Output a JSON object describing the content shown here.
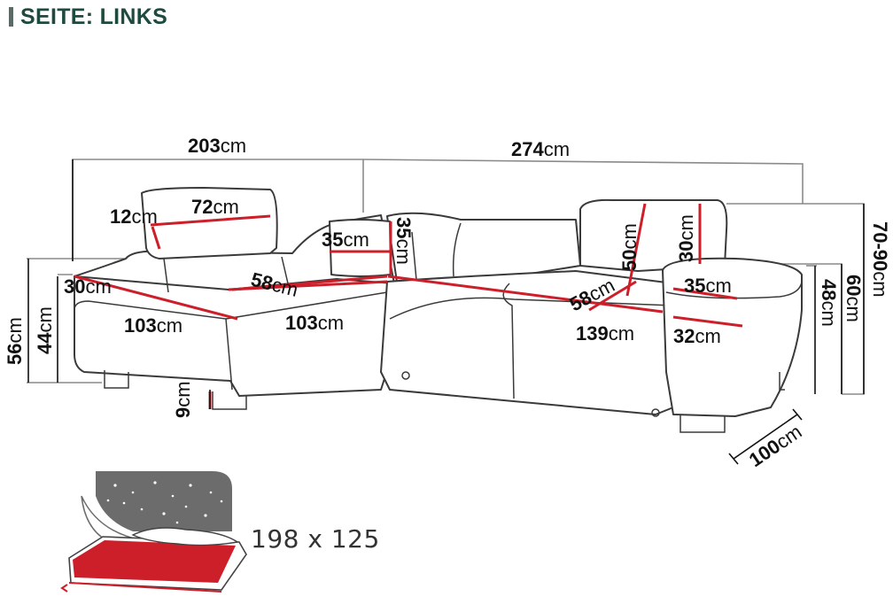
{
  "header": {
    "title": "SEITE: LINKS"
  },
  "dimensions": {
    "width_left": {
      "value": "203",
      "unit": "cm"
    },
    "width_right": {
      "value": "274",
      "unit": "cm"
    },
    "headrest_width": {
      "value": "72",
      "unit": "cm"
    },
    "headrest_height": {
      "value": "12",
      "unit": "cm"
    },
    "pillow_width": {
      "value": "35",
      "unit": "cm"
    },
    "pillow_height": {
      "value": "35",
      "unit": "cm"
    },
    "back_height_right": {
      "value": "50",
      "unit": "cm"
    },
    "headrest_right": {
      "value": "30",
      "unit": "cm"
    },
    "total_height": {
      "value": "70-90",
      "unit": "cm"
    },
    "armrest_height_left": {
      "value": "30",
      "unit": "cm"
    },
    "seat_depth_left": {
      "value": "58",
      "unit": "cm"
    },
    "seat_depth_right": {
      "value": "58",
      "unit": "cm"
    },
    "armrest_width": {
      "value": "35",
      "unit": "cm"
    },
    "chaise_length": {
      "value": "103",
      "unit": "cm"
    },
    "chaise_width": {
      "value": "103",
      "unit": "cm"
    },
    "seat_width_right": {
      "value": "139",
      "unit": "cm"
    },
    "armrest_depth": {
      "value": "32",
      "unit": "cm"
    },
    "height_56": {
      "value": "56",
      "unit": "cm"
    },
    "height_44": {
      "value": "44",
      "unit": "cm"
    },
    "feet_height": {
      "value": "9",
      "unit": "cm"
    },
    "height_48": {
      "value": "48",
      "unit": "cm"
    },
    "height_60": {
      "value": "60",
      "unit": "cm"
    },
    "depth": {
      "value": "100",
      "unit": "cm"
    }
  },
  "bed": {
    "size": "198 x 125"
  },
  "colors": {
    "accent": "#cc1f2a",
    "header": "#1f4a40",
    "line": "#3a3a3a",
    "guide": "#8a8a8a"
  },
  "icons": {
    "bed_icon": "bed-function-icon"
  }
}
